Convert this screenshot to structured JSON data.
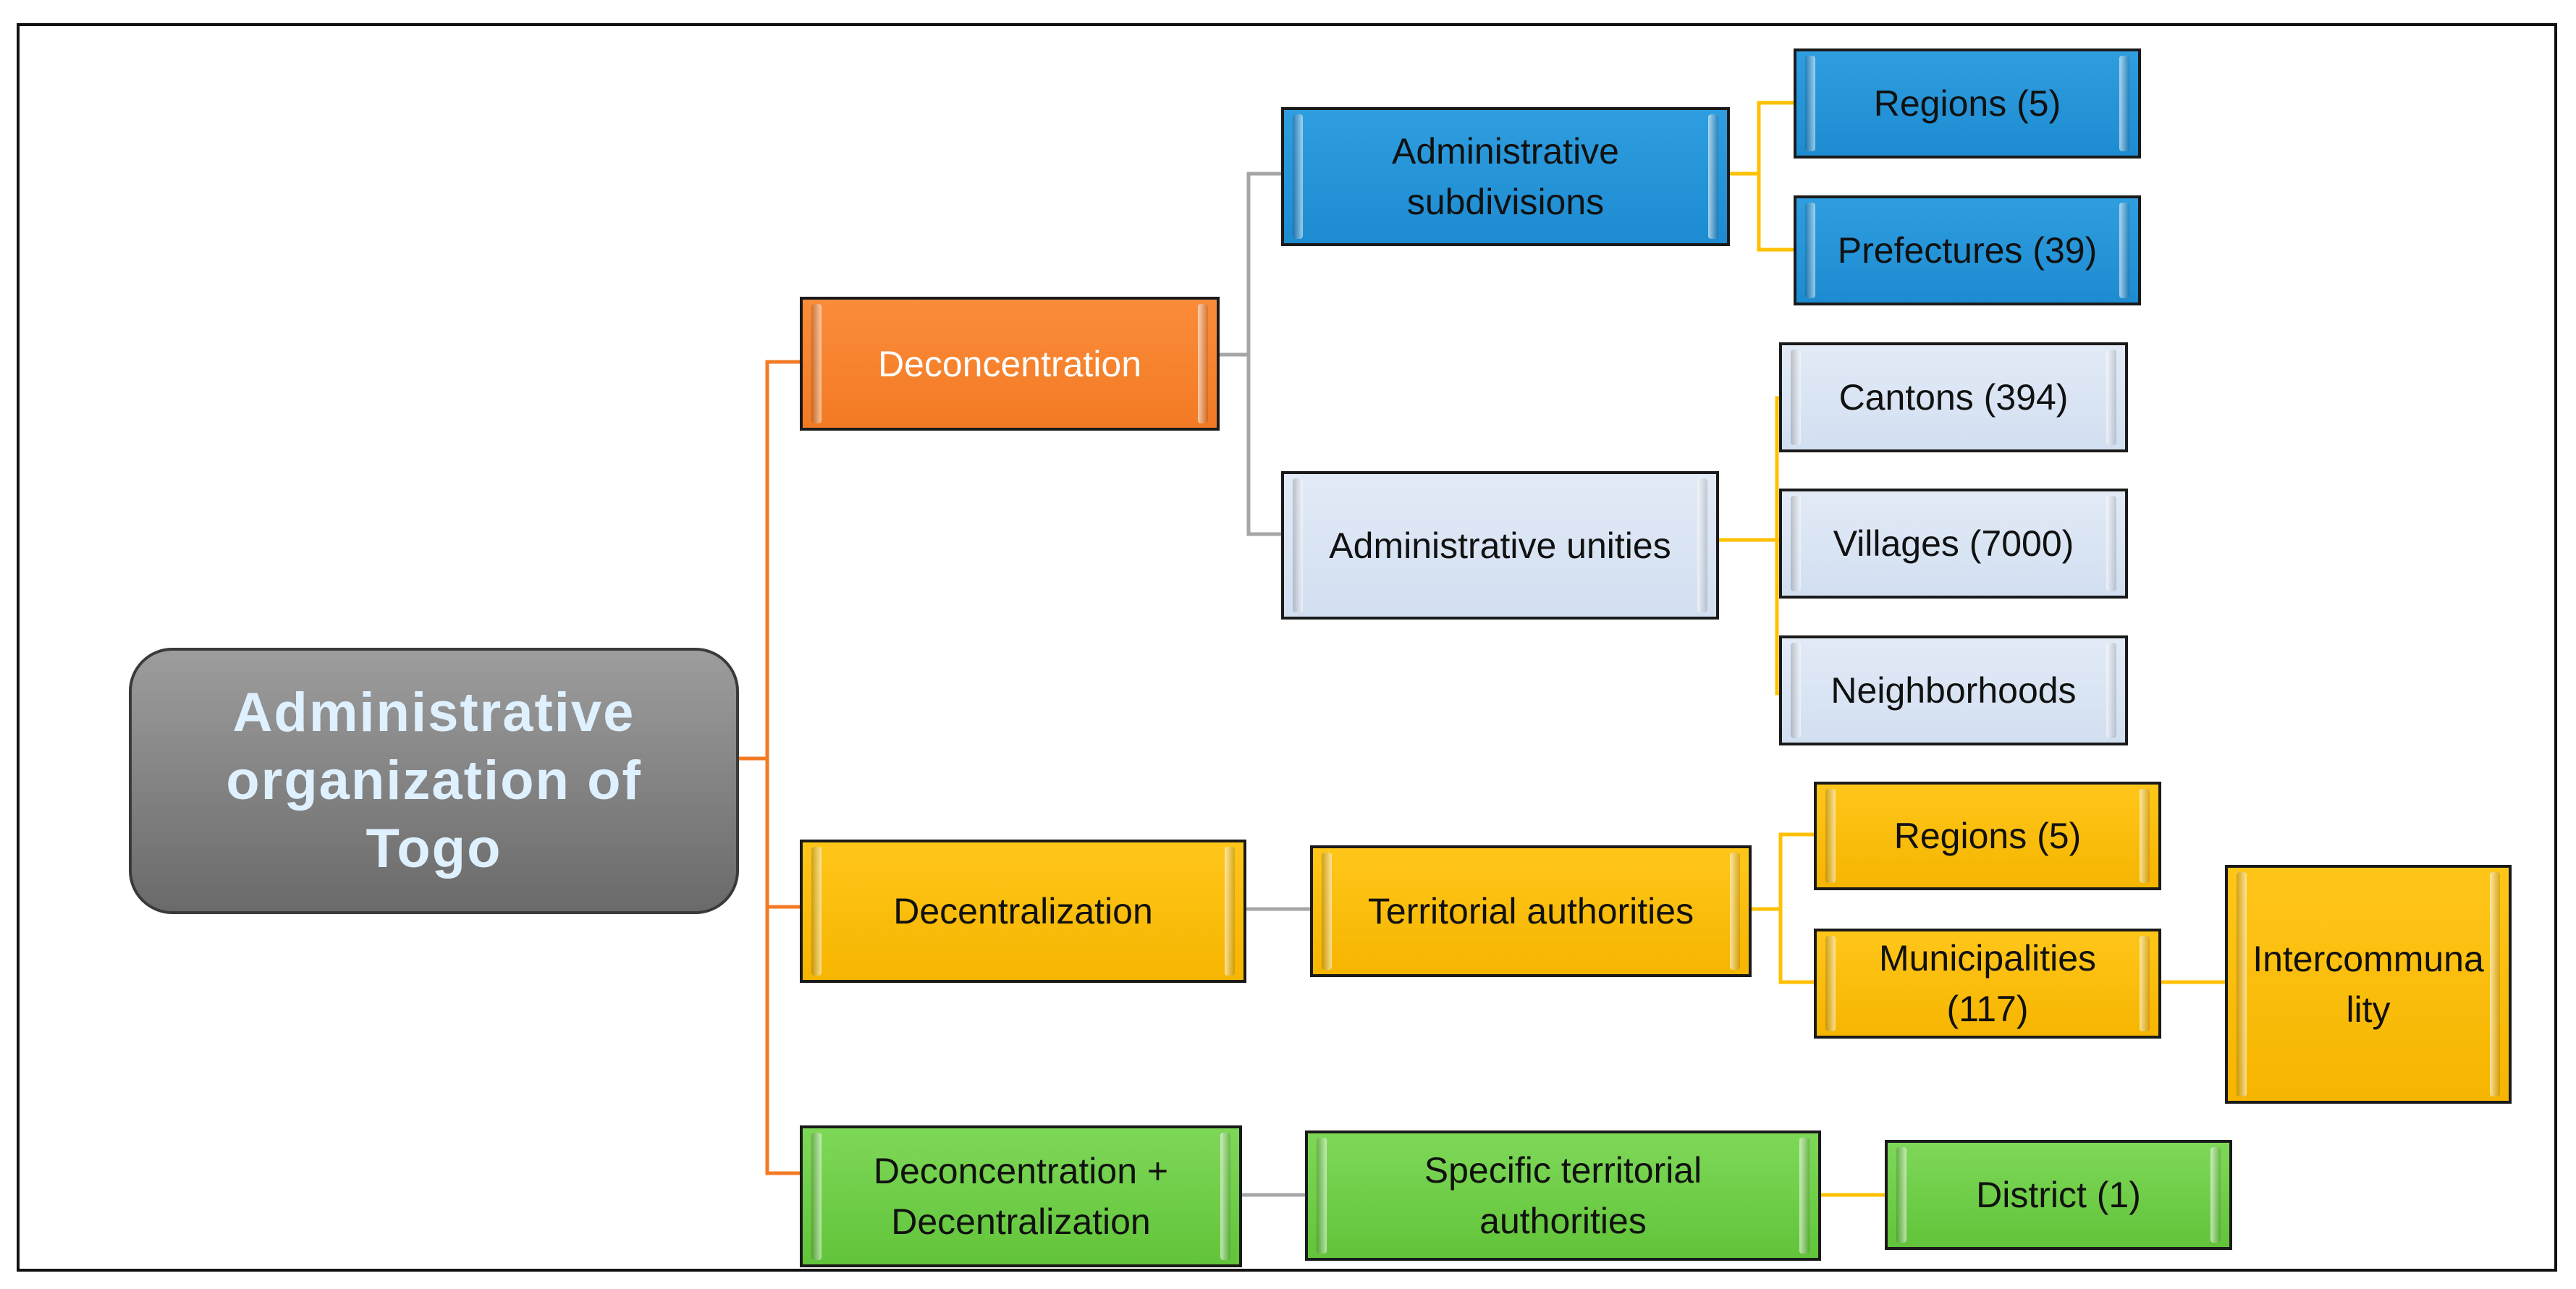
{
  "root": "Administrative\norganization of\nTogo",
  "deconcentration": {
    "label": "Deconcentration",
    "subdivisions": "Administrative\nsubdivisions",
    "regions": "Regions (5)",
    "prefectures": "Prefectures (39)",
    "unities": "Administrative unities",
    "cantons": "Cantons (394)",
    "villages": "Villages (7000)",
    "neighborhoods": "Neighborhoods"
  },
  "decentralization": {
    "label": "Decentralization",
    "territorial": "Territorial authorities",
    "regions": "Regions (5)",
    "municipalities": "Municipalities\n(117)",
    "intercommunality": "Intercommuna\nlity"
  },
  "mixed": {
    "label": "Deconcentration +\nDecentralization",
    "specific": "Specific territorial\nauthorities",
    "district": "District (1)"
  },
  "colors": {
    "orange": "#f37a24",
    "blue": "#1d8bd0",
    "pale_blue": "#d6e2f3",
    "gold": "#ffc000",
    "green": "#66c63e",
    "gray": "#7f7f7f",
    "line_gray": "#a6a6a6"
  }
}
